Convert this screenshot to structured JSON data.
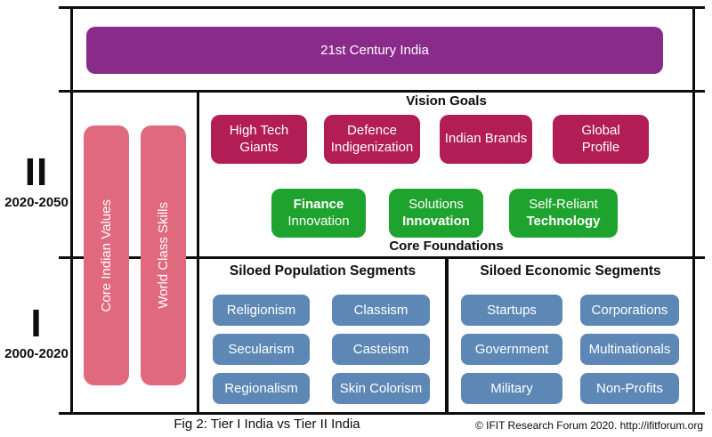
{
  "banner": {
    "label": "21st Century India"
  },
  "tiers": [
    {
      "numeral": "II",
      "range": "2020-2050"
    },
    {
      "numeral": "I",
      "range": "2000-2020"
    }
  ],
  "pillars": [
    {
      "label": "Core Indian Values"
    },
    {
      "label": "World Class Skills"
    }
  ],
  "vision": {
    "heading": "Vision Goals",
    "goals": [
      "High Tech\nGiants",
      "Defence\nIndigenization",
      "Indian Brands",
      "Global\nProfile"
    ]
  },
  "foundations": {
    "heading": "Core Foundations",
    "boxes": [
      {
        "line1": "Finance",
        "line2": "Innovation"
      },
      {
        "line1": "Solutions",
        "line2": "Innovation"
      },
      {
        "line1": "Self-Reliant",
        "line2": "Technology"
      }
    ]
  },
  "population": {
    "heading": "Siloed Population Segments",
    "items": [
      "Religionism",
      "Classism",
      "Secularism",
      "Casteism",
      "Regionalism",
      "Skin Colorism"
    ]
  },
  "economic": {
    "heading": "Siloed Economic Segments",
    "items": [
      "Startups",
      "Corporations",
      "Government",
      "Multinationals",
      "Military",
      "Non-Profits"
    ]
  },
  "footer": {
    "caption": "Fig 2: Tier I India vs Tier II India",
    "credit": "© IFIT Research Forum 2020. http://ifitforum.org"
  },
  "colors": {
    "purple": "#8a2a8a",
    "crimson": "#b11d54",
    "green": "#1ea42e",
    "rose": "#e0697d",
    "blue": "#5d87b5",
    "ink": "#0d0d0d"
  }
}
